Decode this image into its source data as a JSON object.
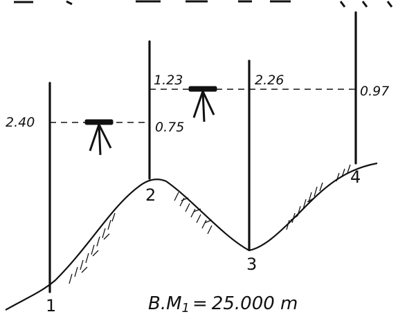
{
  "colors": {
    "ink": "#111111",
    "background": "#ffffff"
  },
  "benchmark": {
    "label": "B.M",
    "subscript": "1",
    "equals": "=",
    "value": "25.000 m"
  },
  "stations": [
    {
      "label": "1"
    },
    {
      "label": "2"
    },
    {
      "label": "3"
    },
    {
      "label": "4"
    }
  ],
  "setups": [
    {
      "backsight": "2.40",
      "foresight": "0.75"
    },
    {
      "backsight": "1.23",
      "foresight": "2.26"
    },
    {
      "backsight": "",
      "foresight": "0.97"
    }
  ],
  "icons": [
    "level-instrument-icon",
    "hatched-ground-icon"
  ]
}
